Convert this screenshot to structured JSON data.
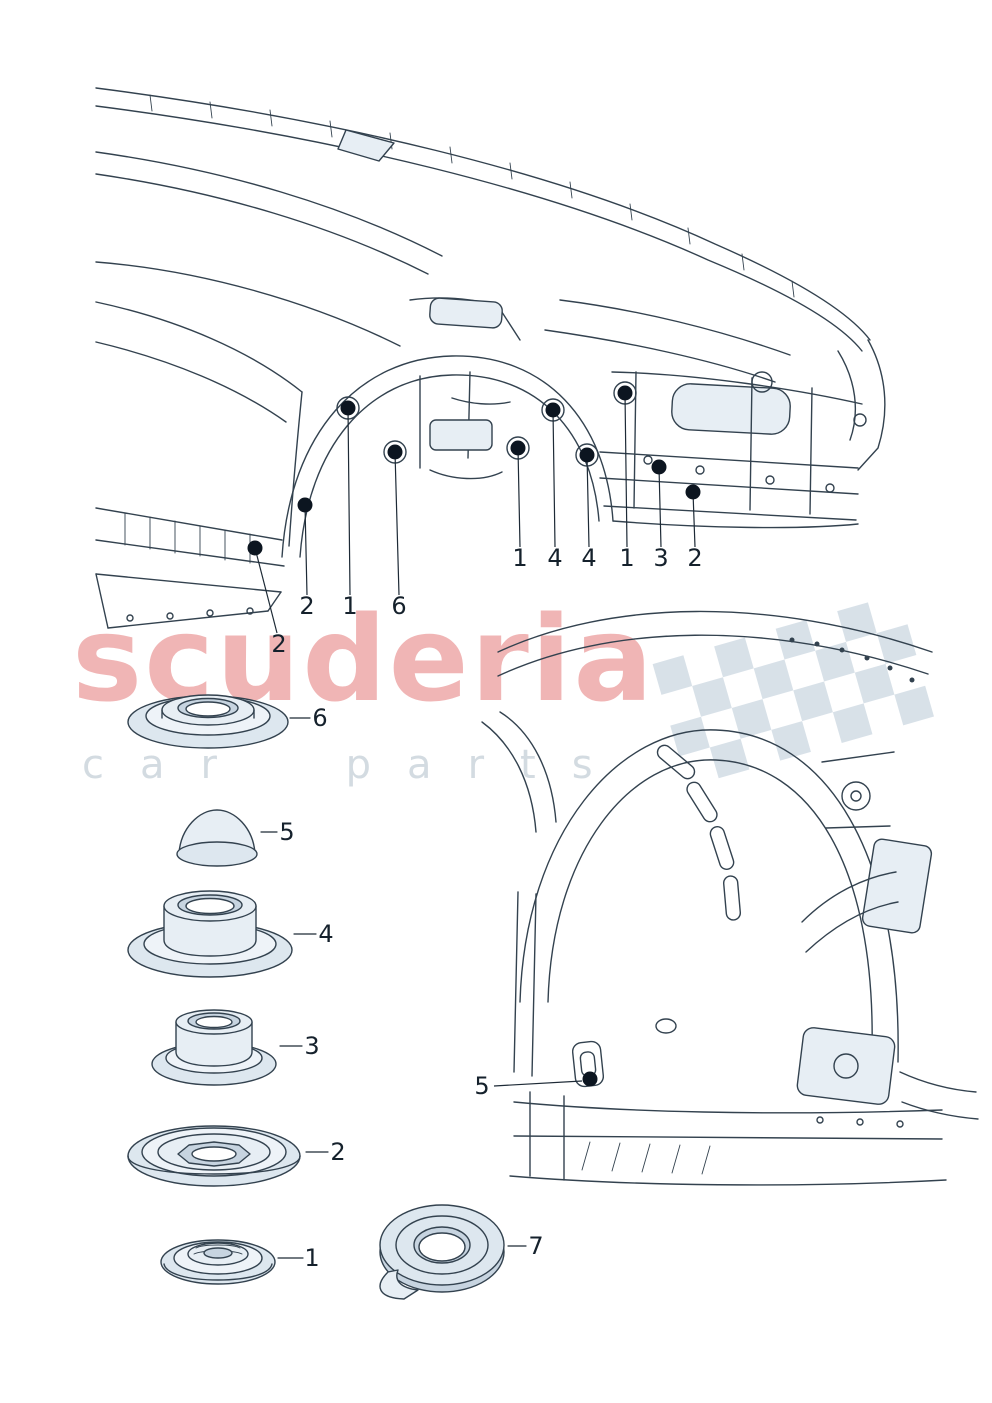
{
  "watermark": {
    "title": "scuderia",
    "subtitle": "car parts",
    "title_color": "#e36d6d",
    "subtitle_color": "#9fb0bd"
  },
  "main_diagram": {
    "callouts": [
      {
        "label": "2"
      },
      {
        "label": "2"
      },
      {
        "label": "1"
      },
      {
        "label": "6"
      },
      {
        "label": "1"
      },
      {
        "label": "4"
      },
      {
        "label": "4"
      },
      {
        "label": "1"
      },
      {
        "label": "3"
      },
      {
        "label": "2"
      }
    ]
  },
  "detail_diagram": {
    "callouts": [
      {
        "label": "5"
      }
    ]
  },
  "parts": [
    {
      "label": "6"
    },
    {
      "label": "5"
    },
    {
      "label": "4"
    },
    {
      "label": "3"
    },
    {
      "label": "2"
    },
    {
      "label": "1"
    },
    {
      "label": "7"
    }
  ],
  "colors": {
    "line": "#33424f",
    "fill_light": "#dde7ef",
    "fill_mid": "#c7d4e0",
    "callout_dot": "#0c1520",
    "checker": "#b9c9d7"
  }
}
